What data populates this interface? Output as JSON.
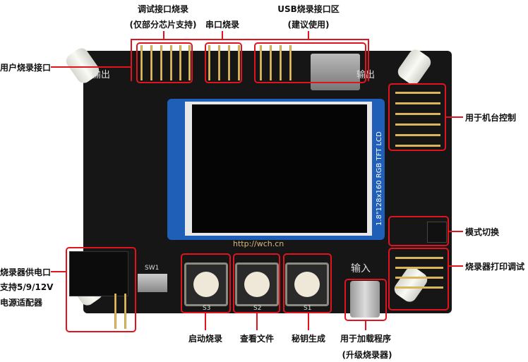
{
  "labels": {
    "debug_burn": "调试接口烧录",
    "debug_note": "(仅部分芯片支持)",
    "serial_burn": "串口烧录",
    "usb_burn": "USB烧录接口区",
    "usb_note": "(建议使用)",
    "user_port": "用户烧录接口",
    "machine_control": "用于机台控制",
    "mode_switch": "模式切换",
    "print_debug": "烧录器打印调试",
    "power_port": "烧录器供电口",
    "power_support": "支持5/9/12V",
    "power_adapter": "电源适配器",
    "start_burn": "启动烧录",
    "view_file": "查看文件",
    "key_gen": "秘钥生成",
    "load_program": "用于加载程序",
    "upgrade_note": "(升级烧录器)"
  },
  "board": {
    "url": "http://wch.cn",
    "lcd_text": "1.8\"128x160 RGB TFT LCD",
    "btn_s3": "S3",
    "btn_s2": "S2",
    "btn_s1": "S1",
    "output": "输出",
    "input": "输入",
    "sw": "SW1"
  },
  "colors": {
    "annotation": "#e0141e",
    "pcb": "#161616",
    "lcd_frame": "#1f5fb8"
  }
}
